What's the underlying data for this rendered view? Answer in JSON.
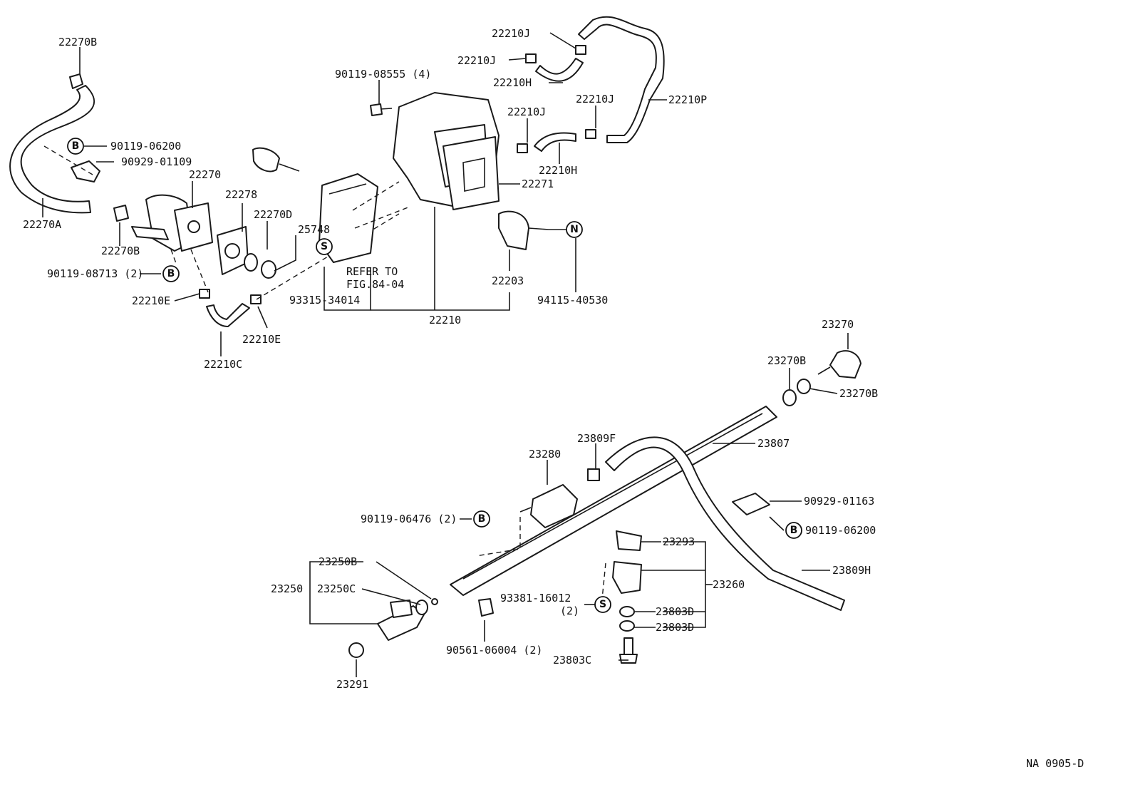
{
  "figure_code": "NA 0905-D",
  "note": [
    "REFER TO",
    "FIG.84-04"
  ],
  "labels": {
    "p22270B_top": "22270B",
    "p90119_06200_a": "90119-06200",
    "p90929_01109": "90929-01109",
    "p22270": "22270",
    "p22278": "22278",
    "p22270D": "22270D",
    "p25748": "25748",
    "p22270A": "22270A",
    "p22270B_mid": "22270B",
    "p90119_08713": "90119-08713 (2)",
    "p22210E_left": "22210E",
    "p22210E_right": "22210E",
    "p22210C": "22210C",
    "p93315_34014": "93315-34014",
    "p22210": "22210",
    "p90119_08555": "90119-08555 (4)",
    "p22210J_a": "22210J",
    "p22210J_b": "22210J",
    "p22210H_a": "22210H",
    "p22210J_c": "22210J",
    "p22210J_d": "22210J",
    "p22210P": "22210P",
    "p22210H_b": "22210H",
    "p22271": "22271",
    "p22203": "22203",
    "p94115_40530": "94115-40530",
    "p23270": "23270",
    "p23270B_a": "23270B",
    "p23270B_b": "23270B",
    "p23807": "23807",
    "p23809F": "23809F",
    "p23280": "23280",
    "p90929_01163": "90929-01163",
    "p90119_06200_b": "90119-06200",
    "p90119_06476": "90119-06476 (2)",
    "p23293": "23293",
    "p23809H": "23809H",
    "p23250B": "23250B",
    "p23250": "23250",
    "p23250C": "23250C",
    "p23260": "23260",
    "p93381_16012": "93381-16012",
    "p93381_qty": "(2)",
    "p23803D_a": "23803D",
    "p23803D_b": "23803D",
    "p23803C": "23803C",
    "p90561_06004": "90561-06004 (2)",
    "p23291": "23291"
  },
  "badges": {
    "b1": "B",
    "b2": "B",
    "b3": "B",
    "b4": "B",
    "s1": "S",
    "s2": "S",
    "n1": "N"
  }
}
